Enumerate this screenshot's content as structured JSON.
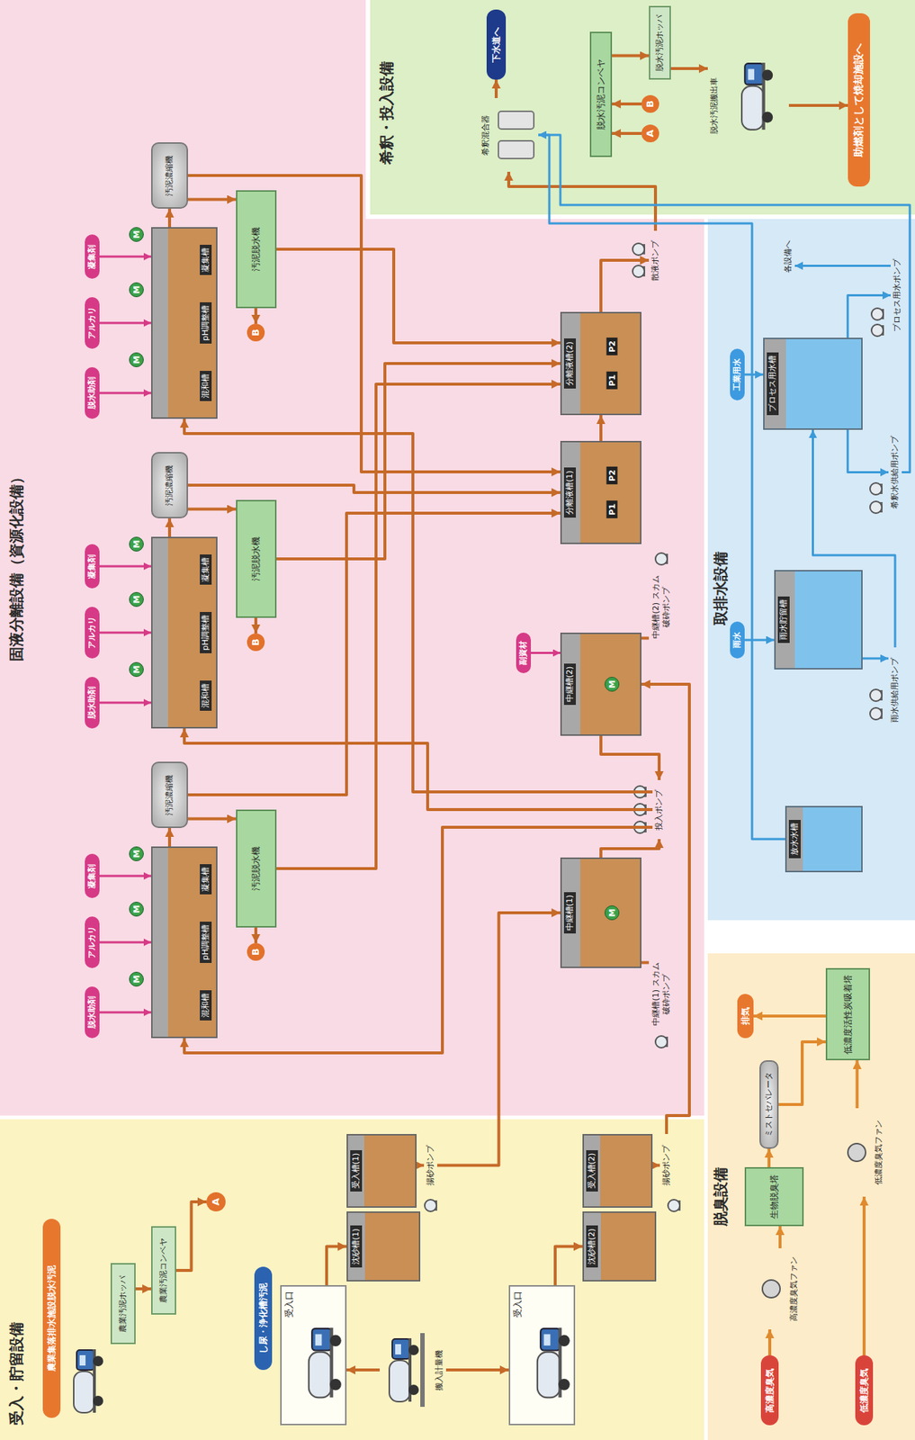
{
  "diagram": {
    "nodes": [
      {
        "text": [
          "受入・貯留設備"
        ]
      },
      {
        "text": [
          "農業集落排水施設脱水汚泥"
        ],
        "in": 0
      },
      {
        "text": [
          "農業汚泥ホッパ"
        ],
        "in": 0
      },
      {
        "text": [
          "農業汚泥コンベヤ"
        ],
        "in": 0
      },
      {
        "text": [
          "A"
        ],
        "in": 0
      },
      {
        "text": [
          "し尿・浄化槽汚泥"
        ],
        "in": 0
      },
      {
        "text": [
          "受入口"
        ],
        "in": 0
      },
      {
        "text": [
          "搬入計量機"
        ],
        "in": 0
      },
      {
        "text": [
          "受入口"
        ],
        "in": 0
      },
      {
        "text": [
          "沈砂槽(1)"
        ],
        "in": 0
      },
      {
        "text": [
          "受入槽(1)"
        ],
        "in": 0
      },
      {
        "text": [
          "揚砂ポンプ"
        ],
        "in": 0
      },
      {
        "text": [
          "沈砂槽(2)"
        ],
        "in": 0
      },
      {
        "text": [
          "受入槽(2)"
        ],
        "in": 0
      },
      {
        "text": [
          "揚砂ポンプ"
        ],
        "in": 0
      },
      {
        "text": [
          "固液分離設備（資源化設備）"
        ]
      },
      {
        "text": [
          "脱水助剤"
        ],
        "in": 15
      },
      {
        "text": [
          "アルカリ"
        ],
        "in": 15
      },
      {
        "text": [
          "凝集剤"
        ],
        "in": 15
      },
      {
        "text": [
          "混和槽",
          "pH調整槽",
          "凝集槽"
        ],
        "in": 15
      },
      {
        "text": [
          "汚泥濃縮機"
        ],
        "in": 15
      },
      {
        "text": [
          "汚泥脱水機"
        ],
        "in": 15
      },
      {
        "text": [
          "B"
        ],
        "in": 15
      },
      {
        "text": [
          "脱水助剤"
        ],
        "in": 15
      },
      {
        "text": [
          "アルカリ"
        ],
        "in": 15
      },
      {
        "text": [
          "凝集剤"
        ],
        "in": 15
      },
      {
        "text": [
          "混和槽",
          "pH調整槽",
          "凝集槽"
        ],
        "in": 15
      },
      {
        "text": [
          "汚泥濃縮機"
        ],
        "in": 15
      },
      {
        "text": [
          "汚泥脱水機"
        ],
        "in": 15
      },
      {
        "text": [
          "B"
        ],
        "in": 15
      },
      {
        "text": [
          "脱水助剤"
        ],
        "in": 15
      },
      {
        "text": [
          "アルカリ"
        ],
        "in": 15
      },
      {
        "text": [
          "凝集剤"
        ],
        "in": 15
      },
      {
        "text": [
          "混和槽",
          "pH調整槽",
          "凝集槽"
        ],
        "in": 15
      },
      {
        "text": [
          "汚泥濃縮機"
        ],
        "in": 15
      },
      {
        "text": [
          "汚泥脱水機"
        ],
        "in": 15
      },
      {
        "text": [
          "B"
        ],
        "in": 15
      },
      {
        "text": [
          "中継槽(1)"
        ],
        "in": 15
      },
      {
        "text": [
          "中継槽(1) スカム破砕ポンプ"
        ],
        "in": 15
      },
      {
        "text": [
          "投入ポンプ"
        ],
        "in": 15
      },
      {
        "text": [
          "中継槽(2)"
        ],
        "in": 15
      },
      {
        "text": [
          "副資材"
        ],
        "in": 15
      },
      {
        "text": [
          "中継槽(2) スカム破砕ポンプ"
        ],
        "in": 15
      },
      {
        "text": [
          "分離液槽(1)"
        ],
        "in": 15
      },
      {
        "text": [
          "分離液槽(2)"
        ],
        "in": 15
      },
      {
        "text": [
          "散液ポンプ"
        ],
        "in": 15
      },
      {
        "text": [
          "希釈・投入設備"
        ]
      },
      {
        "text": [
          "希釈混合器"
        ],
        "in": 46
      },
      {
        "text": [
          "下水道へ"
        ],
        "in": 46
      },
      {
        "text": [
          "脱水汚泥コンベヤ"
        ],
        "in": 46
      },
      {
        "text": [
          "A"
        ],
        "in": 46
      },
      {
        "text": [
          "B"
        ],
        "in": 46
      },
      {
        "text": [
          "脱水汚泥ホッパ"
        ],
        "in": 46
      },
      {
        "text": [
          "脱水汚泥搬出車"
        ],
        "in": 46
      },
      {
        "text": [
          "助燃剤として焼却施設へ"
        ],
        "in": 46
      },
      {
        "text": [
          "取排水設備"
        ]
      },
      {
        "text": [
          "放水水槽"
        ],
        "in": 55
      },
      {
        "text": [
          "雨水"
        ],
        "in": 55
      },
      {
        "text": [
          "雨水貯留槽"
        ],
        "in": 55
      },
      {
        "text": [
          "雨水供給用ポンプ"
        ],
        "in": 55
      },
      {
        "text": [
          "希釈水供給用ポンプ"
        ],
        "in": 55
      },
      {
        "text": [
          "工業用水"
        ],
        "in": 55
      },
      {
        "text": [
          "プロセス用水槽"
        ],
        "in": 55
      },
      {
        "text": [
          "プロセス用水ポンプ"
        ],
        "in": 55
      },
      {
        "text": [
          "各設備へ"
        ],
        "in": 55
      },
      {
        "text": [
          "脱臭設備"
        ]
      },
      {
        "text": [
          "高濃度臭気"
        ],
        "in": 65
      },
      {
        "text": [
          "高濃度臭気ファン"
        ],
        "in": 65
      },
      {
        "text": [
          "生物脱臭塔"
        ],
        "in": 65
      },
      {
        "text": [
          "ミストセパレータ"
        ],
        "in": 65
      },
      {
        "text": [
          "低濃度臭気"
        ],
        "in": 65
      },
      {
        "text": [
          "低濃度臭気ファン"
        ],
        "in": 65
      },
      {
        "text": [
          "低濃度活性炭吸着塔"
        ],
        "in": 65
      },
      {
        "text": [
          "排気"
        ],
        "in": 65
      }
    ],
    "edges": [
      {
        "from": 2,
        "to": 3,
        "arrow": "to"
      },
      {
        "from": 3,
        "to": 4,
        "arrow": "to"
      },
      {
        "from": 7,
        "to": 6,
        "arrow": "to"
      },
      {
        "from": 7,
        "to": 8,
        "arrow": "to"
      },
      {
        "from": 6,
        "to": 9,
        "arrow": "to"
      },
      {
        "from": 8,
        "to": 12,
        "arrow": "to"
      },
      {
        "from": 10,
        "to": 11,
        "arrow": "to"
      },
      {
        "from": 11,
        "to": 37,
        "arrow": "to"
      },
      {
        "from": 13,
        "to": 14,
        "arrow": "to"
      },
      {
        "from": 14,
        "to": 40,
        "arrow": "to"
      },
      {
        "from": 37,
        "to": 38,
        "arrow": "none"
      },
      {
        "from": 40,
        "to": 42,
        "arrow": "none"
      },
      {
        "from": 37,
        "to": 39,
        "arrow": "to"
      },
      {
        "from": 40,
        "to": 39,
        "arrow": "to"
      },
      {
        "from": 41,
        "to": 40,
        "arrow": "to"
      },
      {
        "from": 39,
        "to": 19,
        "arrow": "to"
      },
      {
        "from": 39,
        "to": 26,
        "arrow": "to"
      },
      {
        "from": 39,
        "to": 33,
        "arrow": "to"
      },
      {
        "from": 16,
        "to": 19,
        "arrow": "to"
      },
      {
        "from": 17,
        "to": 19,
        "arrow": "to"
      },
      {
        "from": 18,
        "to": 19,
        "arrow": "to"
      },
      {
        "from": 23,
        "to": 26,
        "arrow": "to"
      },
      {
        "from": 24,
        "to": 26,
        "arrow": "to"
      },
      {
        "from": 25,
        "to": 26,
        "arrow": "to"
      },
      {
        "from": 30,
        "to": 33,
        "arrow": "to"
      },
      {
        "from": 31,
        "to": 33,
        "arrow": "to"
      },
      {
        "from": 32,
        "to": 33,
        "arrow": "to"
      },
      {
        "from": 19,
        "to": 20,
        "arrow": "to"
      },
      {
        "from": 26,
        "to": 27,
        "arrow": "to"
      },
      {
        "from": 33,
        "to": 34,
        "arrow": "to"
      },
      {
        "from": 20,
        "to": 21,
        "arrow": "to"
      },
      {
        "from": 27,
        "to": 28,
        "arrow": "to"
      },
      {
        "from": 34,
        "to": 35,
        "arrow": "to"
      },
      {
        "from": 21,
        "to": 22,
        "arrow": "to"
      },
      {
        "from": 28,
        "to": 29,
        "arrow": "to"
      },
      {
        "from": 35,
        "to": 36,
        "arrow": "to"
      },
      {
        "from": 20,
        "to": 43,
        "arrow": "to"
      },
      {
        "from": 27,
        "to": 43,
        "arrow": "to"
      },
      {
        "from": 34,
        "to": 43,
        "arrow": "to"
      },
      {
        "from": 21,
        "to": 44,
        "arrow": "to"
      },
      {
        "from": 28,
        "to": 44,
        "arrow": "to"
      },
      {
        "from": 35,
        "to": 44,
        "arrow": "to"
      },
      {
        "from": 43,
        "to": 44,
        "arrow": "to"
      },
      {
        "from": 44,
        "to": 45,
        "arrow": "to"
      },
      {
        "from": 45,
        "to": 47,
        "arrow": "to"
      },
      {
        "from": 47,
        "to": 48,
        "arrow": "to"
      },
      {
        "from": 50,
        "to": 49,
        "arrow": "to"
      },
      {
        "from": 51,
        "to": 49,
        "arrow": "to"
      },
      {
        "from": 49,
        "to": 52,
        "arrow": "to"
      },
      {
        "from": 52,
        "to": 53,
        "arrow": "to"
      },
      {
        "from": 53,
        "to": 54,
        "arrow": "to"
      },
      {
        "from": 57,
        "to": 58,
        "arrow": "to"
      },
      {
        "from": 61,
        "to": 62,
        "arrow": "to"
      },
      {
        "from": 58,
        "to": 59,
        "arrow": "to"
      },
      {
        "from": 59,
        "to": 62,
        "arrow": "to"
      },
      {
        "from": 62,
        "to": 60,
        "arrow": "to"
      },
      {
        "from": 60,
        "to": 47,
        "arrow": "to"
      },
      {
        "from": 62,
        "to": 63,
        "arrow": "to"
      },
      {
        "from": 63,
        "to": 64,
        "arrow": "to"
      },
      {
        "from": 56,
        "to": 47,
        "arrow": "none"
      },
      {
        "from": 66,
        "to": 67,
        "arrow": "to"
      },
      {
        "from": 67,
        "to": 68,
        "arrow": "to"
      },
      {
        "from": 68,
        "to": 69,
        "arrow": "to"
      },
      {
        "from": 69,
        "to": 72,
        "arrow": "to"
      },
      {
        "from": 70,
        "to": 71,
        "arrow": "to"
      },
      {
        "from": 71,
        "to": 72,
        "arrow": "to"
      },
      {
        "from": 72,
        "to": 73,
        "arrow": "to"
      }
    ],
    "labels": [
      "M",
      "M",
      "M",
      "M",
      "M",
      "M",
      "M",
      "M",
      "M",
      "M",
      "M",
      "P1",
      "P2",
      "P1",
      "P2"
    ]
  }
}
